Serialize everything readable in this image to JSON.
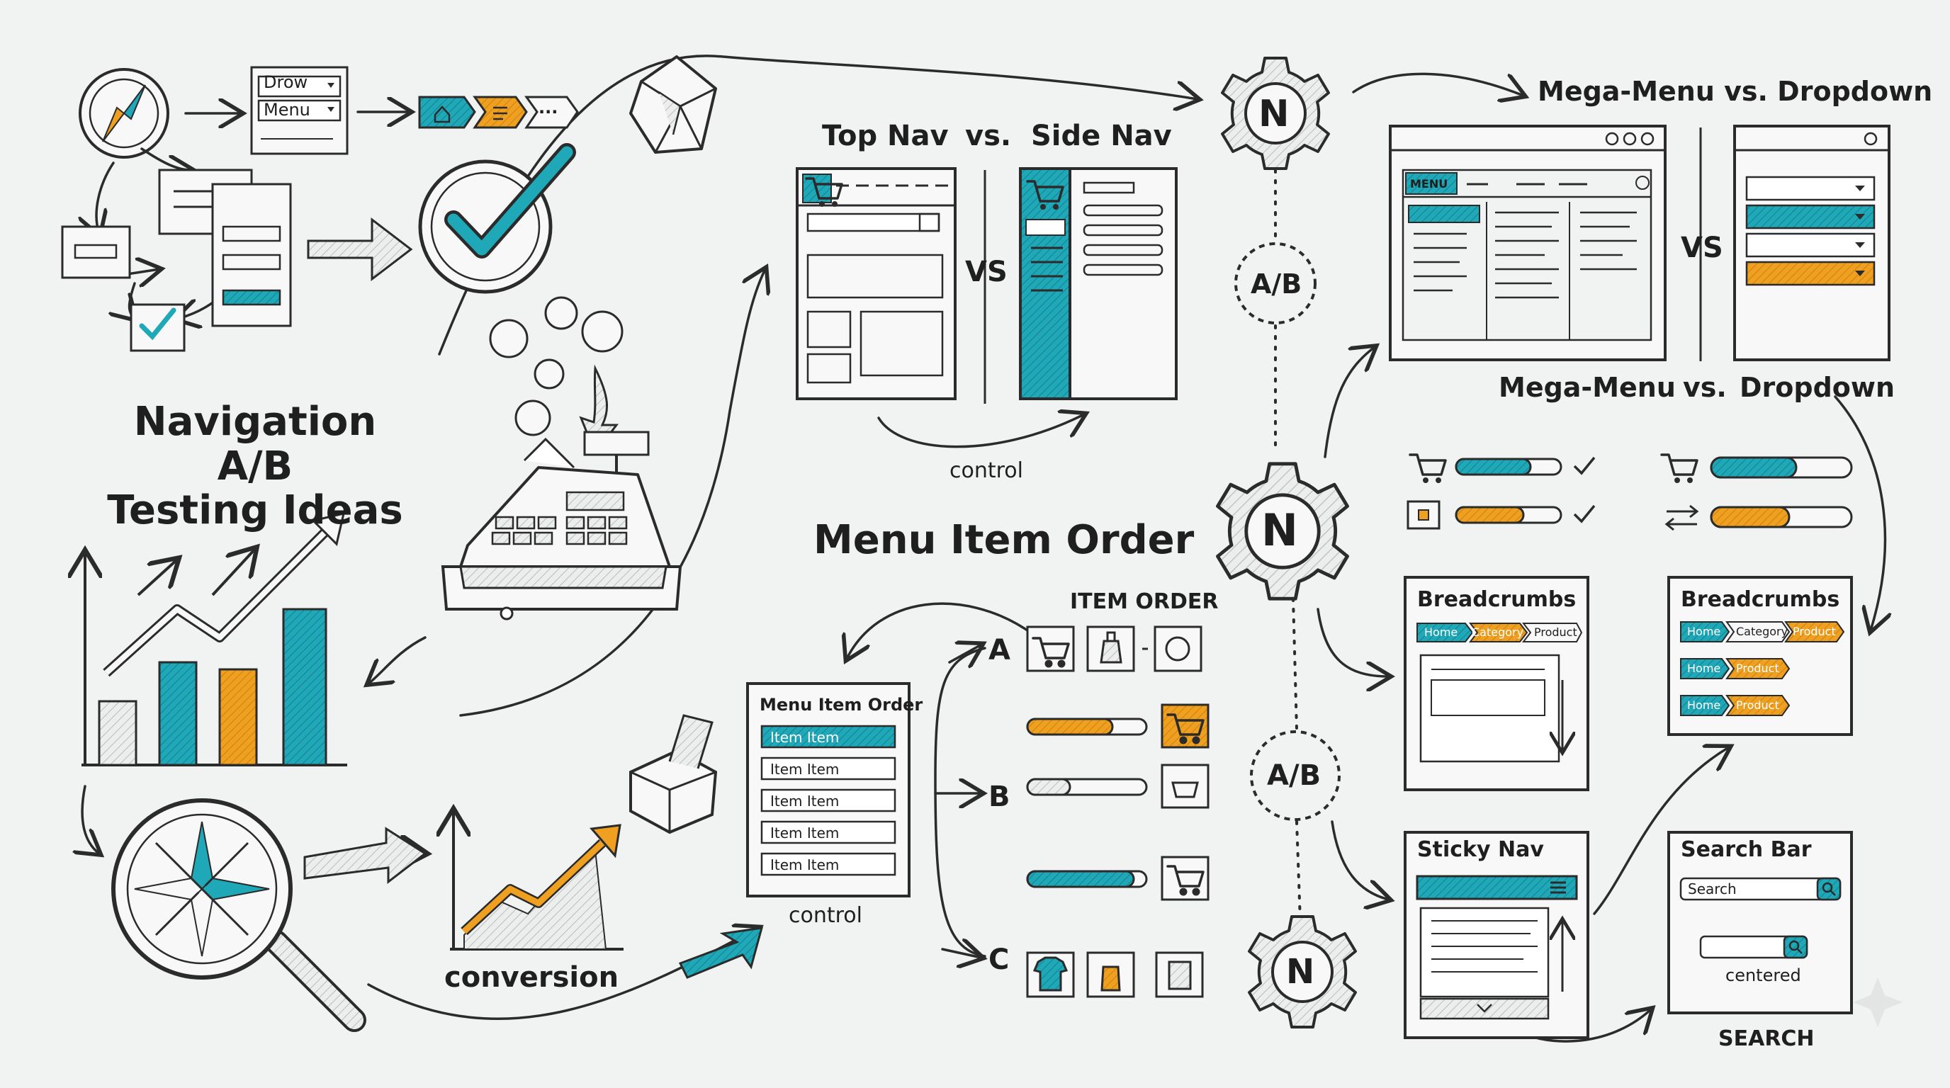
{
  "title_main": "Navigation A/B\nTesting Ideas",
  "top_left": {
    "dropdown_a": "Drow",
    "dropdown_b": "Menu",
    "breadcrumb_more": "..."
  },
  "conversion_label": "conversion",
  "top_vs_side": {
    "left_title": "Top Nav",
    "vs_title": "vs.",
    "right_title": "Side Nav",
    "vs_center": "VS",
    "control_label": "control"
  },
  "ab_label": "A/B",
  "gear_letter": "N",
  "mega_dropdown": {
    "title_top": "Mega-Menu vs. Dropdown",
    "menu_tag": "MENU",
    "vs_center": "VS",
    "caption_left": "Mega-Menu",
    "caption_vs": "vs.",
    "caption_right": "Dropdown"
  },
  "menu_order": {
    "section_title": "Menu Item Order",
    "card_title": "Menu Item Order",
    "items": [
      "Item Item",
      "Item Item",
      "Item Item",
      "Item Item",
      "Item Item"
    ],
    "control_label": "control",
    "item_order_label": "ITEM ORDER",
    "variants": [
      "A",
      "B",
      "C"
    ]
  },
  "breadcrumbs": {
    "left_title": "Breadcrumbs",
    "left_trail": [
      "Home",
      "Category",
      "Product"
    ],
    "right_title": "Breadcrumbs",
    "right_trail": [
      "Home",
      "Category",
      "Product"
    ],
    "right_row2": [
      "Home",
      "Product"
    ],
    "right_row3": [
      "Home",
      "Product"
    ]
  },
  "sticky_nav": {
    "title": "Sticky Nav"
  },
  "search_bar": {
    "title": "Search Bar",
    "placeholder": "Search",
    "centered_label": "centered",
    "footer_label": "SEARCH"
  },
  "colors": {
    "teal": "#1fa8b8",
    "orange": "#f0a020",
    "ink": "#2b2b2b",
    "paper": "#f1f3f2"
  },
  "icons": [
    "compass-icon",
    "checkmark-icon",
    "cash-register-icon",
    "coin-icon",
    "cube-icon",
    "magnifier-compass-icon",
    "gear-icon",
    "cart-icon",
    "gift-icon",
    "bottle-icon",
    "tshirt-icon",
    "basket-icon",
    "swap-arrows-icon",
    "check-icon"
  ]
}
